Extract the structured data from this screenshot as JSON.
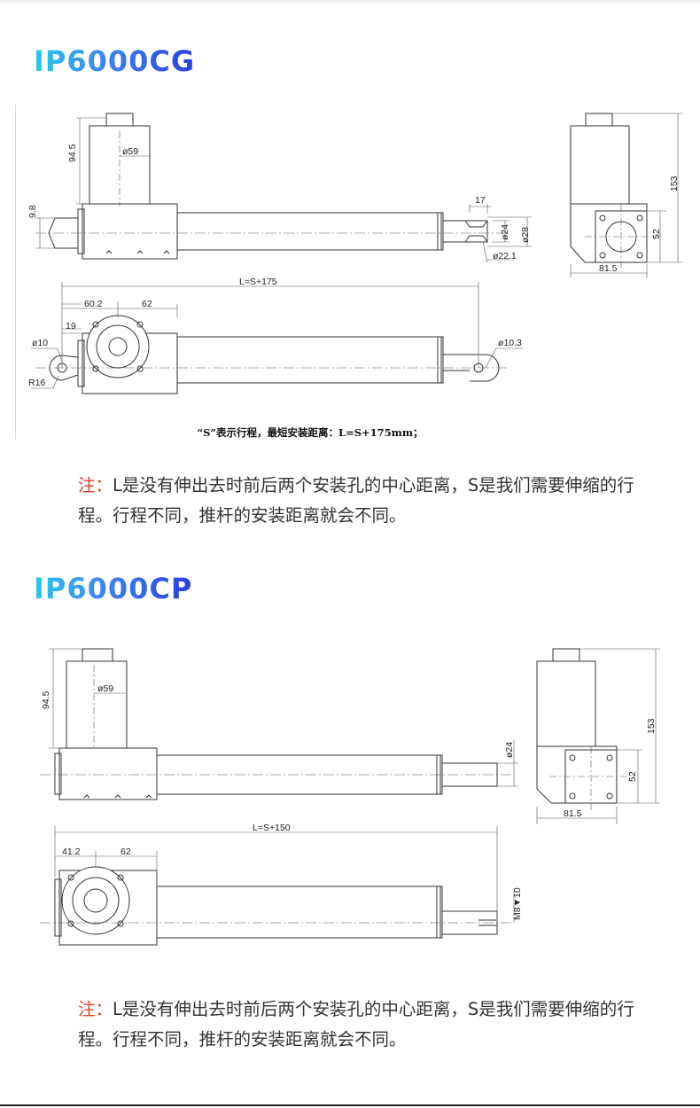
{
  "sections": [
    {
      "title": "IP6000CG",
      "dims": {
        "motor_height": "94.5",
        "motor_dia": "ø59",
        "offset": "9.8",
        "rod_end_len": "17",
        "rod_dia1": "ø24",
        "rod_dia2": "ø28",
        "rod_dia3": "ø22.1",
        "total_height": "153",
        "side_height": "52",
        "side_width": "81.5",
        "length_label": "L=S+175",
        "dim_a": "60.2",
        "dim_b": "62",
        "dim_c": "19",
        "hole_left": "ø10",
        "radius": "R16",
        "hole_right": "ø10.3"
      },
      "caption": "“S”表示行程，最短安装距离：L=S+175mm；",
      "note_label": "注：",
      "note_text": "L是没有伸出去时前后两个安装孔的中心距离，S是我们需要伸缩的行程。行程不同，推杆的安装距离就会不同。"
    },
    {
      "title": "IP6000CP",
      "dims": {
        "motor_height": "94.5",
        "motor_dia": "ø59",
        "rod_dia": "ø24",
        "total_height": "153",
        "side_height": "52",
        "side_width": "81.5",
        "length_label": "L=S+150",
        "dim_a": "41.2",
        "dim_b": "62",
        "thread": "M8▼10"
      },
      "note_label": "注：",
      "note_text": "L是没有伸出去时前后两个安装孔的中心距离，S是我们需要伸缩的行程。行程不同，推杆的安装距离就会不同。"
    }
  ]
}
